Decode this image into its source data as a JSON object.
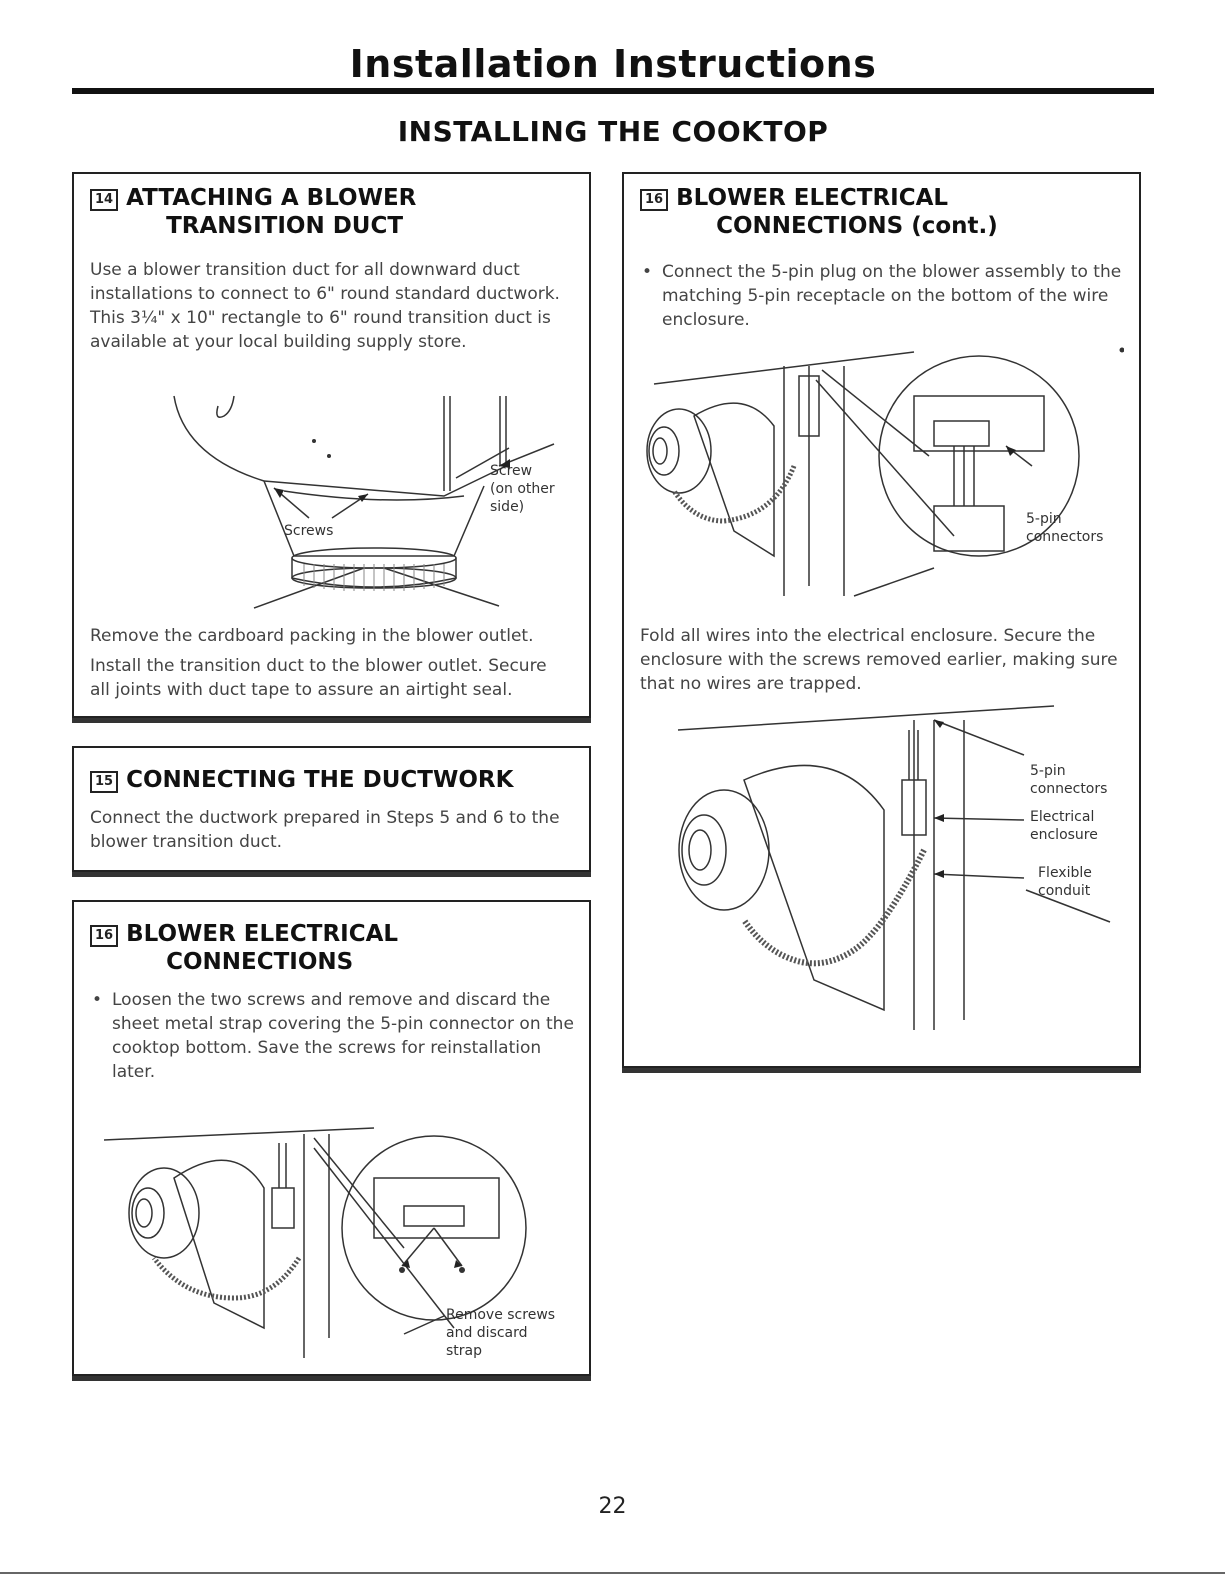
{
  "header": {
    "title": "Installation Instructions"
  },
  "section": {
    "title": "INSTALLING THE COOKTOP"
  },
  "step14": {
    "number": "14",
    "title_line1": "ATTACHING A BLOWER",
    "title_line2": "TRANSITION DUCT",
    "intro": "Use a blower transition duct for all downward duct installations to connect to 6\" round standard ductwork. This 3¼\" x 10\" rectangle to 6\" round transition duct is available at your local building supply store.",
    "callout_screws": "Screws",
    "callout_screw_other": "Screw\n(on other\nside)",
    "para1": "Remove the cardboard packing in the blower outlet.",
    "para2": "Install the transition duct to the blower outlet. Secure all joints with duct tape to assure an airtight seal."
  },
  "step15": {
    "number": "15",
    "title": "CONNECTING THE DUCTWORK",
    "text": "Connect the ductwork prepared in Steps 5 and 6 to the blower transition duct."
  },
  "step16a": {
    "number": "16",
    "title_line1": "BLOWER ELECTRICAL",
    "title_line2": "CONNECTIONS",
    "bullet": "Loosen the two screws and remove and discard the sheet metal strap covering the 5-pin connector on the cooktop bottom. Save the screws for reinstallation later.",
    "callout": "Remove screws\nand discard\nstrap"
  },
  "step16b": {
    "number": "16",
    "title_line1": "BLOWER ELECTRICAL",
    "title_line2": "CONNECTIONS (cont.)",
    "bullet": "Connect the 5-pin plug on the blower assembly to the matching 5-pin receptacle on the bottom of the wire enclosure.",
    "callout_connectors": "5-pin\nconnectors",
    "fold_text": "Fold all wires into the electrical enclosure. Secure the enclosure with the screws removed earlier, making sure that no wires are trapped.",
    "callout_5pin": "5-pin\nconnectors",
    "callout_enclosure": "Electrical\nenclosure",
    "callout_conduit": "Flexible\nconduit"
  },
  "footer": {
    "page_number": "22"
  }
}
